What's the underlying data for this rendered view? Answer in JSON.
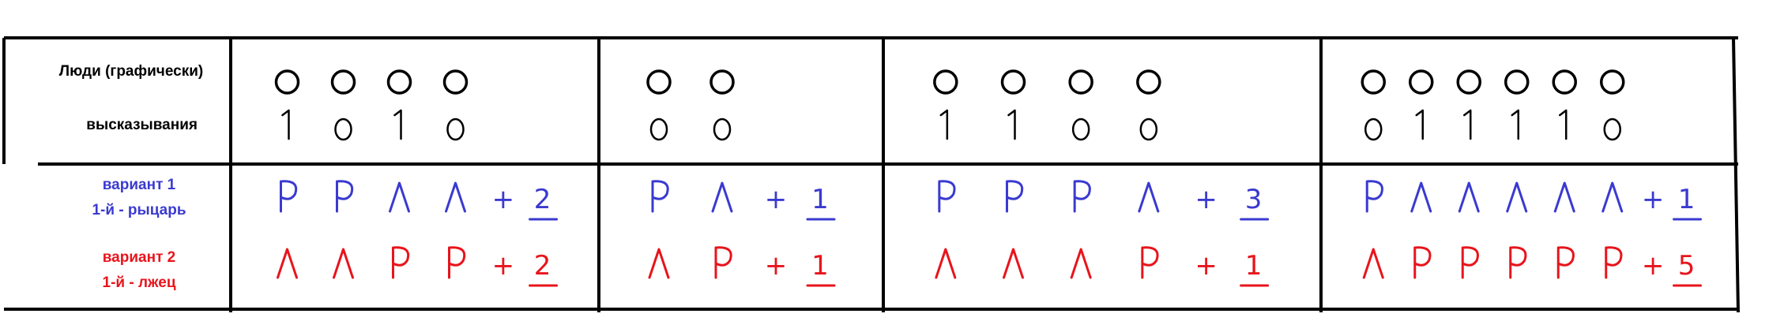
{
  "header": {
    "people_label": "Люди (графически)",
    "statements_label": "высказывания"
  },
  "variants": [
    {
      "line1": "вариант 1",
      "line2": "1-й - рыцарь",
      "color": "#3a3ad0"
    },
    {
      "line1": "вариант 2",
      "line2": "1-й - лжец",
      "color": "#e8141c"
    }
  ],
  "ink_colors": {
    "grid": "#000000",
    "variant1": "#3a3ad0",
    "variant2": "#e8141c"
  },
  "groups": [
    {
      "people": 4,
      "statements": [
        "1",
        "0",
        "1",
        "0"
      ],
      "variant1": {
        "roles": [
          "Р",
          "Р",
          "Л",
          "Л"
        ],
        "operator": "+",
        "result": "2"
      },
      "variant2": {
        "roles": [
          "Л",
          "Л",
          "Р",
          "Р"
        ],
        "operator": "+",
        "result": "2"
      }
    },
    {
      "people": 2,
      "statements": [
        "0",
        "0"
      ],
      "variant1": {
        "roles": [
          "Р",
          "Л"
        ],
        "operator": "+",
        "result": "1"
      },
      "variant2": {
        "roles": [
          "Л",
          "Р"
        ],
        "operator": "+",
        "result": "1"
      }
    },
    {
      "people": 4,
      "statements": [
        "1",
        "1",
        "0",
        "0"
      ],
      "variant1": {
        "roles": [
          "Р",
          "Р",
          "Р",
          "Л"
        ],
        "operator": "+",
        "result": "3"
      },
      "variant2": {
        "roles": [
          "Л",
          "Л",
          "Л",
          "Р"
        ],
        "operator": "+",
        "result": "1"
      }
    },
    {
      "people": 6,
      "statements": [
        "0",
        "1",
        "1",
        "1",
        "1",
        "0"
      ],
      "variant1": {
        "roles": [
          "Р",
          "Л",
          "Л",
          "Л",
          "Л",
          "Л"
        ],
        "operator": "+",
        "result": "1"
      },
      "variant2": {
        "roles": [
          "Л",
          "Р",
          "Р",
          "Р",
          "Р",
          "Р"
        ],
        "operator": "+",
        "result": "5"
      }
    }
  ]
}
